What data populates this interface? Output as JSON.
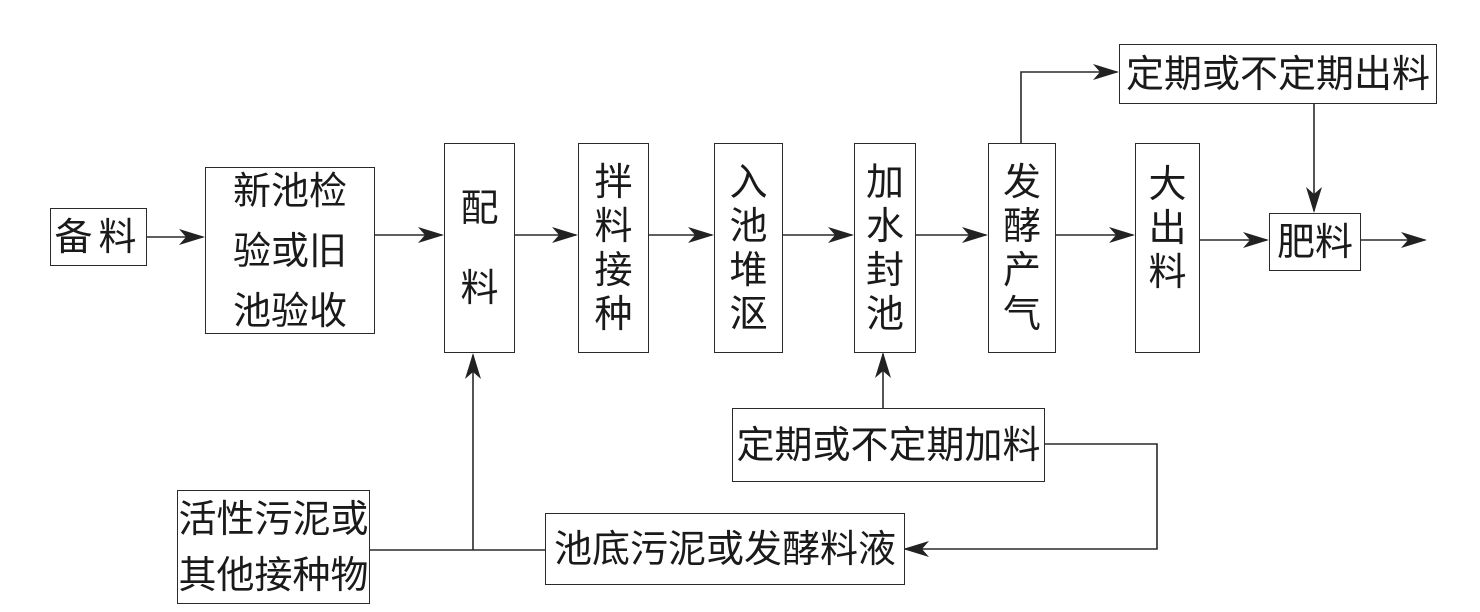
{
  "nodes": {
    "beiliao": "备料",
    "jianyan": "新池检\n验或旧\n池验收",
    "peiliao": "配\n\n料",
    "banliao": "拌料接种",
    "ruchi": "入池堆沤",
    "jiashui": "加水封池",
    "fajiao": "发酵产气",
    "dachuliao": "大出料",
    "feiliao": "肥料",
    "chuliao_periodic": "定期或不定期出料",
    "jialiao_periodic": "定期或不定期加料",
    "sludge": "池底污泥或发酵料液",
    "inoculum": "活性污泥或\n其他接种物"
  }
}
